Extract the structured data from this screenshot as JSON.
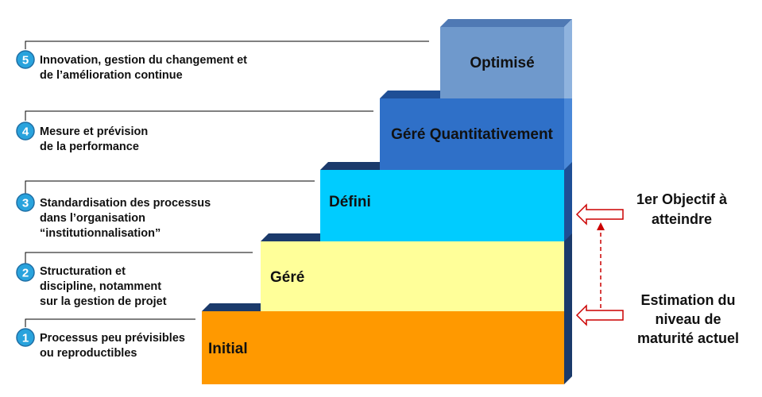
{
  "levels": [
    {
      "number": "1",
      "lines": [
        "Processus peu prévisibles",
        "ou reproductibles"
      ],
      "step": "Initial",
      "color": "#FF9900"
    },
    {
      "number": "2",
      "lines": [
        "Structuration et",
        "discipline, notamment",
        "sur la gestion de projet"
      ],
      "step": "Géré",
      "color": "#FFFF99"
    },
    {
      "number": "3",
      "lines": [
        "Standardisation des processus",
        "dans l’organisation",
        "“institutionnalisation”"
      ],
      "step": "Défini",
      "color": "#00CCFF"
    },
    {
      "number": "4",
      "lines": [
        "Mesure et prévision",
        "de la performance"
      ],
      "step": "Géré Quantitativement",
      "color": "#2F70C8"
    },
    {
      "number": "5",
      "lines": [
        "Innovation, gestion du changement et",
        "de l’amélioration continue"
      ],
      "step": "Optimisé",
      "color": "#6F99CC"
    }
  ],
  "annotations": {
    "target": [
      "1er Objectif à",
      "atteindre"
    ],
    "current": [
      "Estimation du",
      "niveau de",
      "maturité actuel"
    ]
  },
  "colors": {
    "number_badge": "#29A3DD",
    "arrow_outline": "#CC0000",
    "leader_line": "#000000"
  }
}
